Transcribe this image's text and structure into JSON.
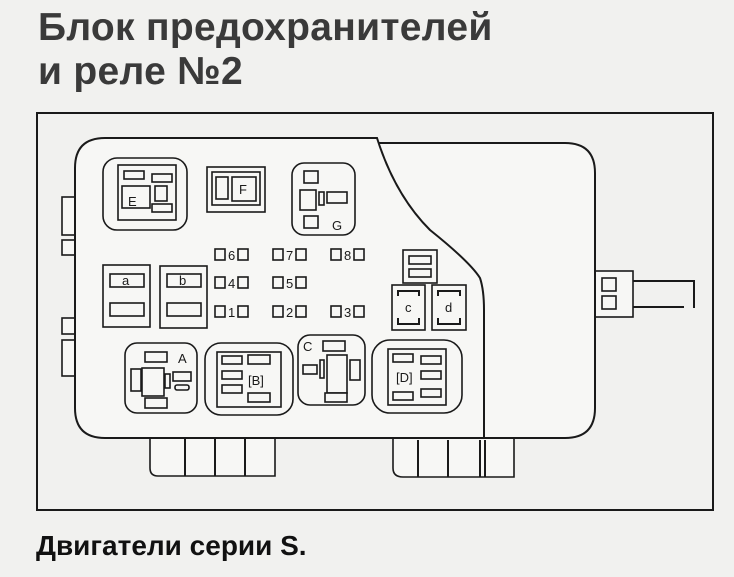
{
  "title": {
    "line1": "Блок предохранителей",
    "line2": "и реле №2"
  },
  "footer": "Двигатели серии S.",
  "relays": {
    "A": "A",
    "B": "[B]",
    "C": "C",
    "D": "[D]",
    "E": "E",
    "F": "F",
    "G": "G"
  },
  "fuse_blocks": {
    "a": "a",
    "b": "b",
    "c": "c",
    "d": "d"
  },
  "fuses": [
    "1",
    "2",
    "3",
    "4",
    "5",
    "6",
    "7",
    "8"
  ]
}
